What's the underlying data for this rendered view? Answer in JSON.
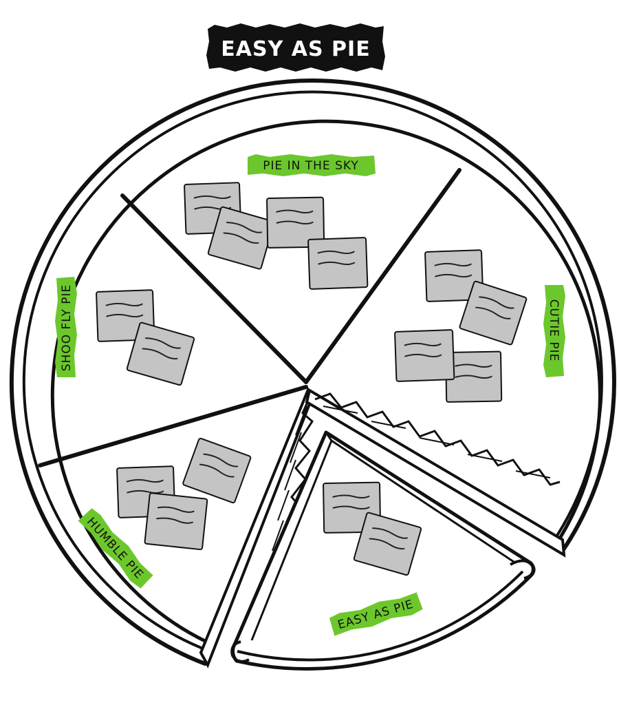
{
  "title": "EASY AS PIE",
  "slices": [
    {
      "key": "top",
      "label": "PIE IN THE SKY",
      "note_count": 4
    },
    {
      "key": "right",
      "label": "CUTIE PIE",
      "note_count": 4
    },
    {
      "key": "left",
      "label": "SHOO FLY PIE",
      "note_count": 2
    },
    {
      "key": "bottom-left",
      "label": "HUMBLE PIE",
      "note_count": 3
    },
    {
      "key": "cut-out",
      "label": "EASY AS PIE",
      "note_count": 2
    }
  ],
  "colors": {
    "highlight": "#6cc72c",
    "note_fill": "#c4c4c4",
    "ink": "#111111",
    "title_bg": "#111111",
    "title_text": "#ffffff"
  }
}
